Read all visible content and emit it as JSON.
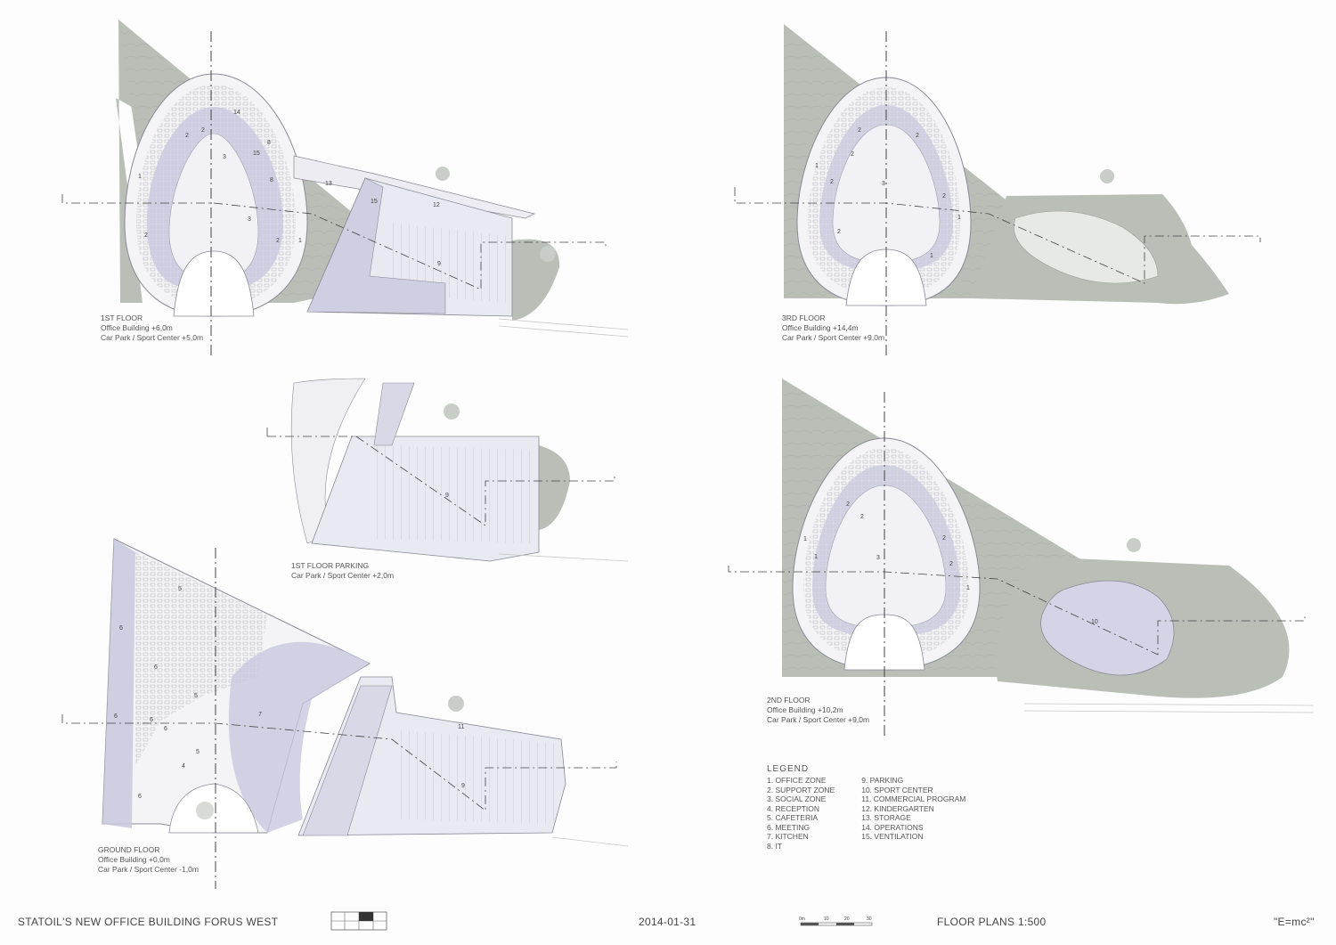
{
  "plans": {
    "first_floor": {
      "title": "1ST FLOOR",
      "line1": "Office Building +6,0m",
      "line2": "Car Park / Sport Center +5,0m"
    },
    "third_floor": {
      "title": "3RD FLOOR",
      "line1": "Office Building +14,4m",
      "line2": "Car Park / Sport Center +9,0m"
    },
    "first_floor_parking": {
      "title": "1ST FLOOR PARKING",
      "line1": "Car Park / Sport Center +2,0m"
    },
    "second_floor": {
      "title": "2ND FLOOR",
      "line1": "Office Building +10,2m",
      "line2": "Car Park / Sport Center +9,0m"
    },
    "ground_floor": {
      "title": "GROUND FLOOR",
      "line1": "Office Building +0,0m",
      "line2": "Car Park / Sport Center -1,0m"
    }
  },
  "room_numbers": {
    "first": [
      "14",
      "2",
      "3",
      "8",
      "15",
      "13",
      "15",
      "12",
      "2",
      "3",
      "2",
      "1",
      "9",
      "8",
      "1",
      "2"
    ],
    "third": [
      "2",
      "2",
      "2",
      "1",
      "2",
      "3",
      "2",
      "1",
      "1",
      "2"
    ],
    "parking": [
      "9"
    ],
    "second": [
      "2",
      "2",
      "1",
      "3",
      "2",
      "2",
      "1",
      "1",
      "10"
    ],
    "ground": [
      "5",
      "6",
      "6",
      "6",
      "5",
      "7",
      "6",
      "6",
      "4",
      "6",
      "11",
      "9",
      "5"
    ]
  },
  "legend": {
    "title": "LEGEND",
    "col1": [
      "1.   OFFICE ZONE",
      "2.   SUPPORT ZONE",
      "3.   SOCIAL ZONE",
      "4.   RECEPTION",
      "5.   CAFETERIA",
      "6.   MEETING",
      "7.   KITCHEN",
      "8.   IT"
    ],
    "col2": [
      "9.   PARKING",
      "10. SPORT CENTER",
      "11. COMMERCIAL PROGRAM",
      "12. KINDERGARTEN",
      "13. STORAGE",
      "14. OPERATIONS",
      "15. VENTILATION"
    ]
  },
  "footer": {
    "project": "STATOIL'S NEW OFFICE BUILDING FORUS WEST",
    "date": "2014-01-31",
    "sheet_title": "FLOOR PLANS 1:500",
    "motto": "\"E=mc²\"",
    "scale_labels": [
      "0m",
      "10",
      "20",
      "30"
    ]
  },
  "colors": {
    "landscape": "#b9bfb7",
    "building_fill": "#f4f4f6",
    "support_zone": "#c8c8de",
    "parking_fill": "#e9e9f1",
    "line": "#8a8a96"
  }
}
